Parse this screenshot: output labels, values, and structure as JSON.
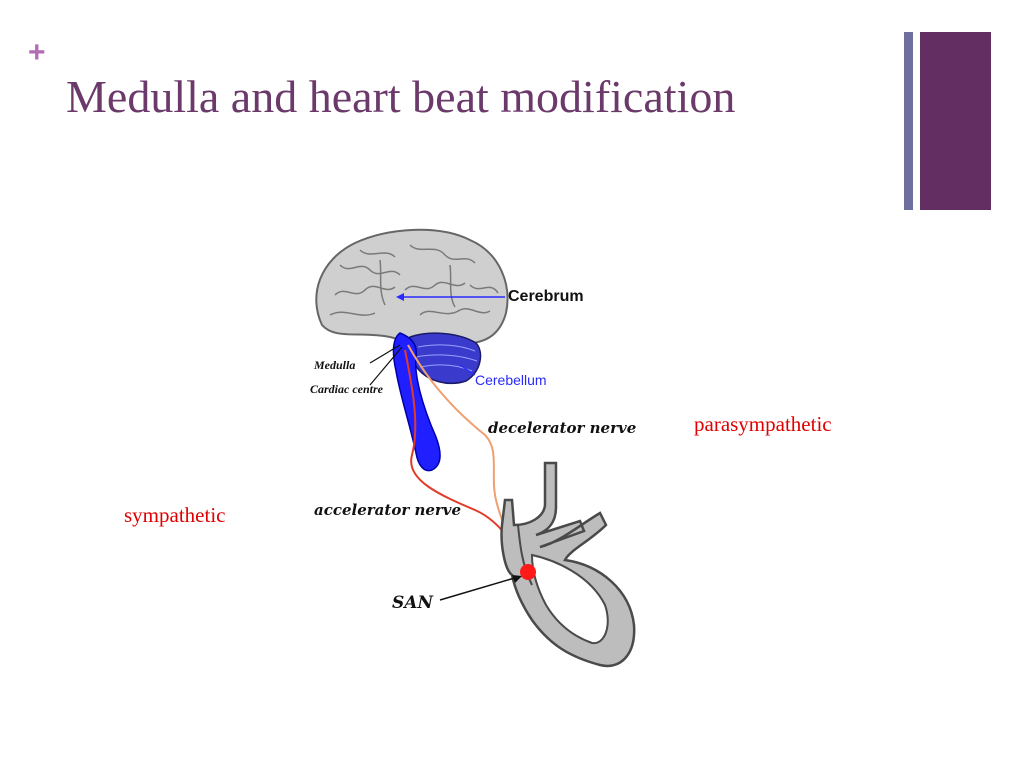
{
  "slide": {
    "plus": "+",
    "title": "Medulla and heart beat modification"
  },
  "labels": {
    "parasympathetic": "parasympathetic",
    "sympathetic": "sympathetic"
  },
  "diagram": {
    "cerebrum": "Cerebrum",
    "cerebellum": "Cerebellum",
    "medulla": "Medulla",
    "cardiac_centre": "Cardiac centre",
    "decelerator_nerve": "decelerator nerve",
    "accelerator_nerve": "accelerator nerve",
    "san": "SAN"
  },
  "colors": {
    "accent_purple": "#6b3a6b",
    "plus_purple": "#b36bb3",
    "deco_thin": "#6e6f9e",
    "deco_wide": "#632f62",
    "label_red": "#e00000",
    "medulla_blue": "#1a1aff",
    "brain_gray": "#c9c9c9",
    "heart_gray": "#bdbdbd",
    "nerve_red": "#e23b2a",
    "nerve_orange": "#f0a070"
  },
  "icons": {
    "plus": "plus-icon"
  }
}
